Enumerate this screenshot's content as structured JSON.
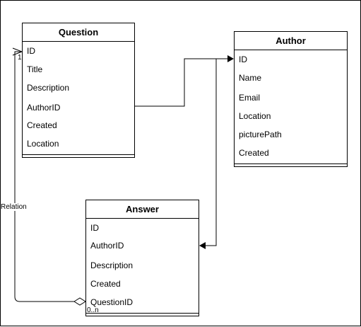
{
  "entities": {
    "question": {
      "title": "Question",
      "fields": [
        "ID",
        "Title",
        "Description",
        "AuthorID",
        "Created",
        "Location"
      ]
    },
    "author": {
      "title": "Author",
      "fields": [
        "ID",
        "Name",
        "Email",
        "Location",
        "picturePath",
        "Created"
      ]
    },
    "answer": {
      "title": "Answer",
      "fields": [
        "ID",
        "AuthorID",
        "Description",
        "Created",
        "QuestionID"
      ]
    }
  },
  "relation": {
    "label": "Relation",
    "source_cardinality": "1",
    "target_cardinality": "0..n"
  }
}
